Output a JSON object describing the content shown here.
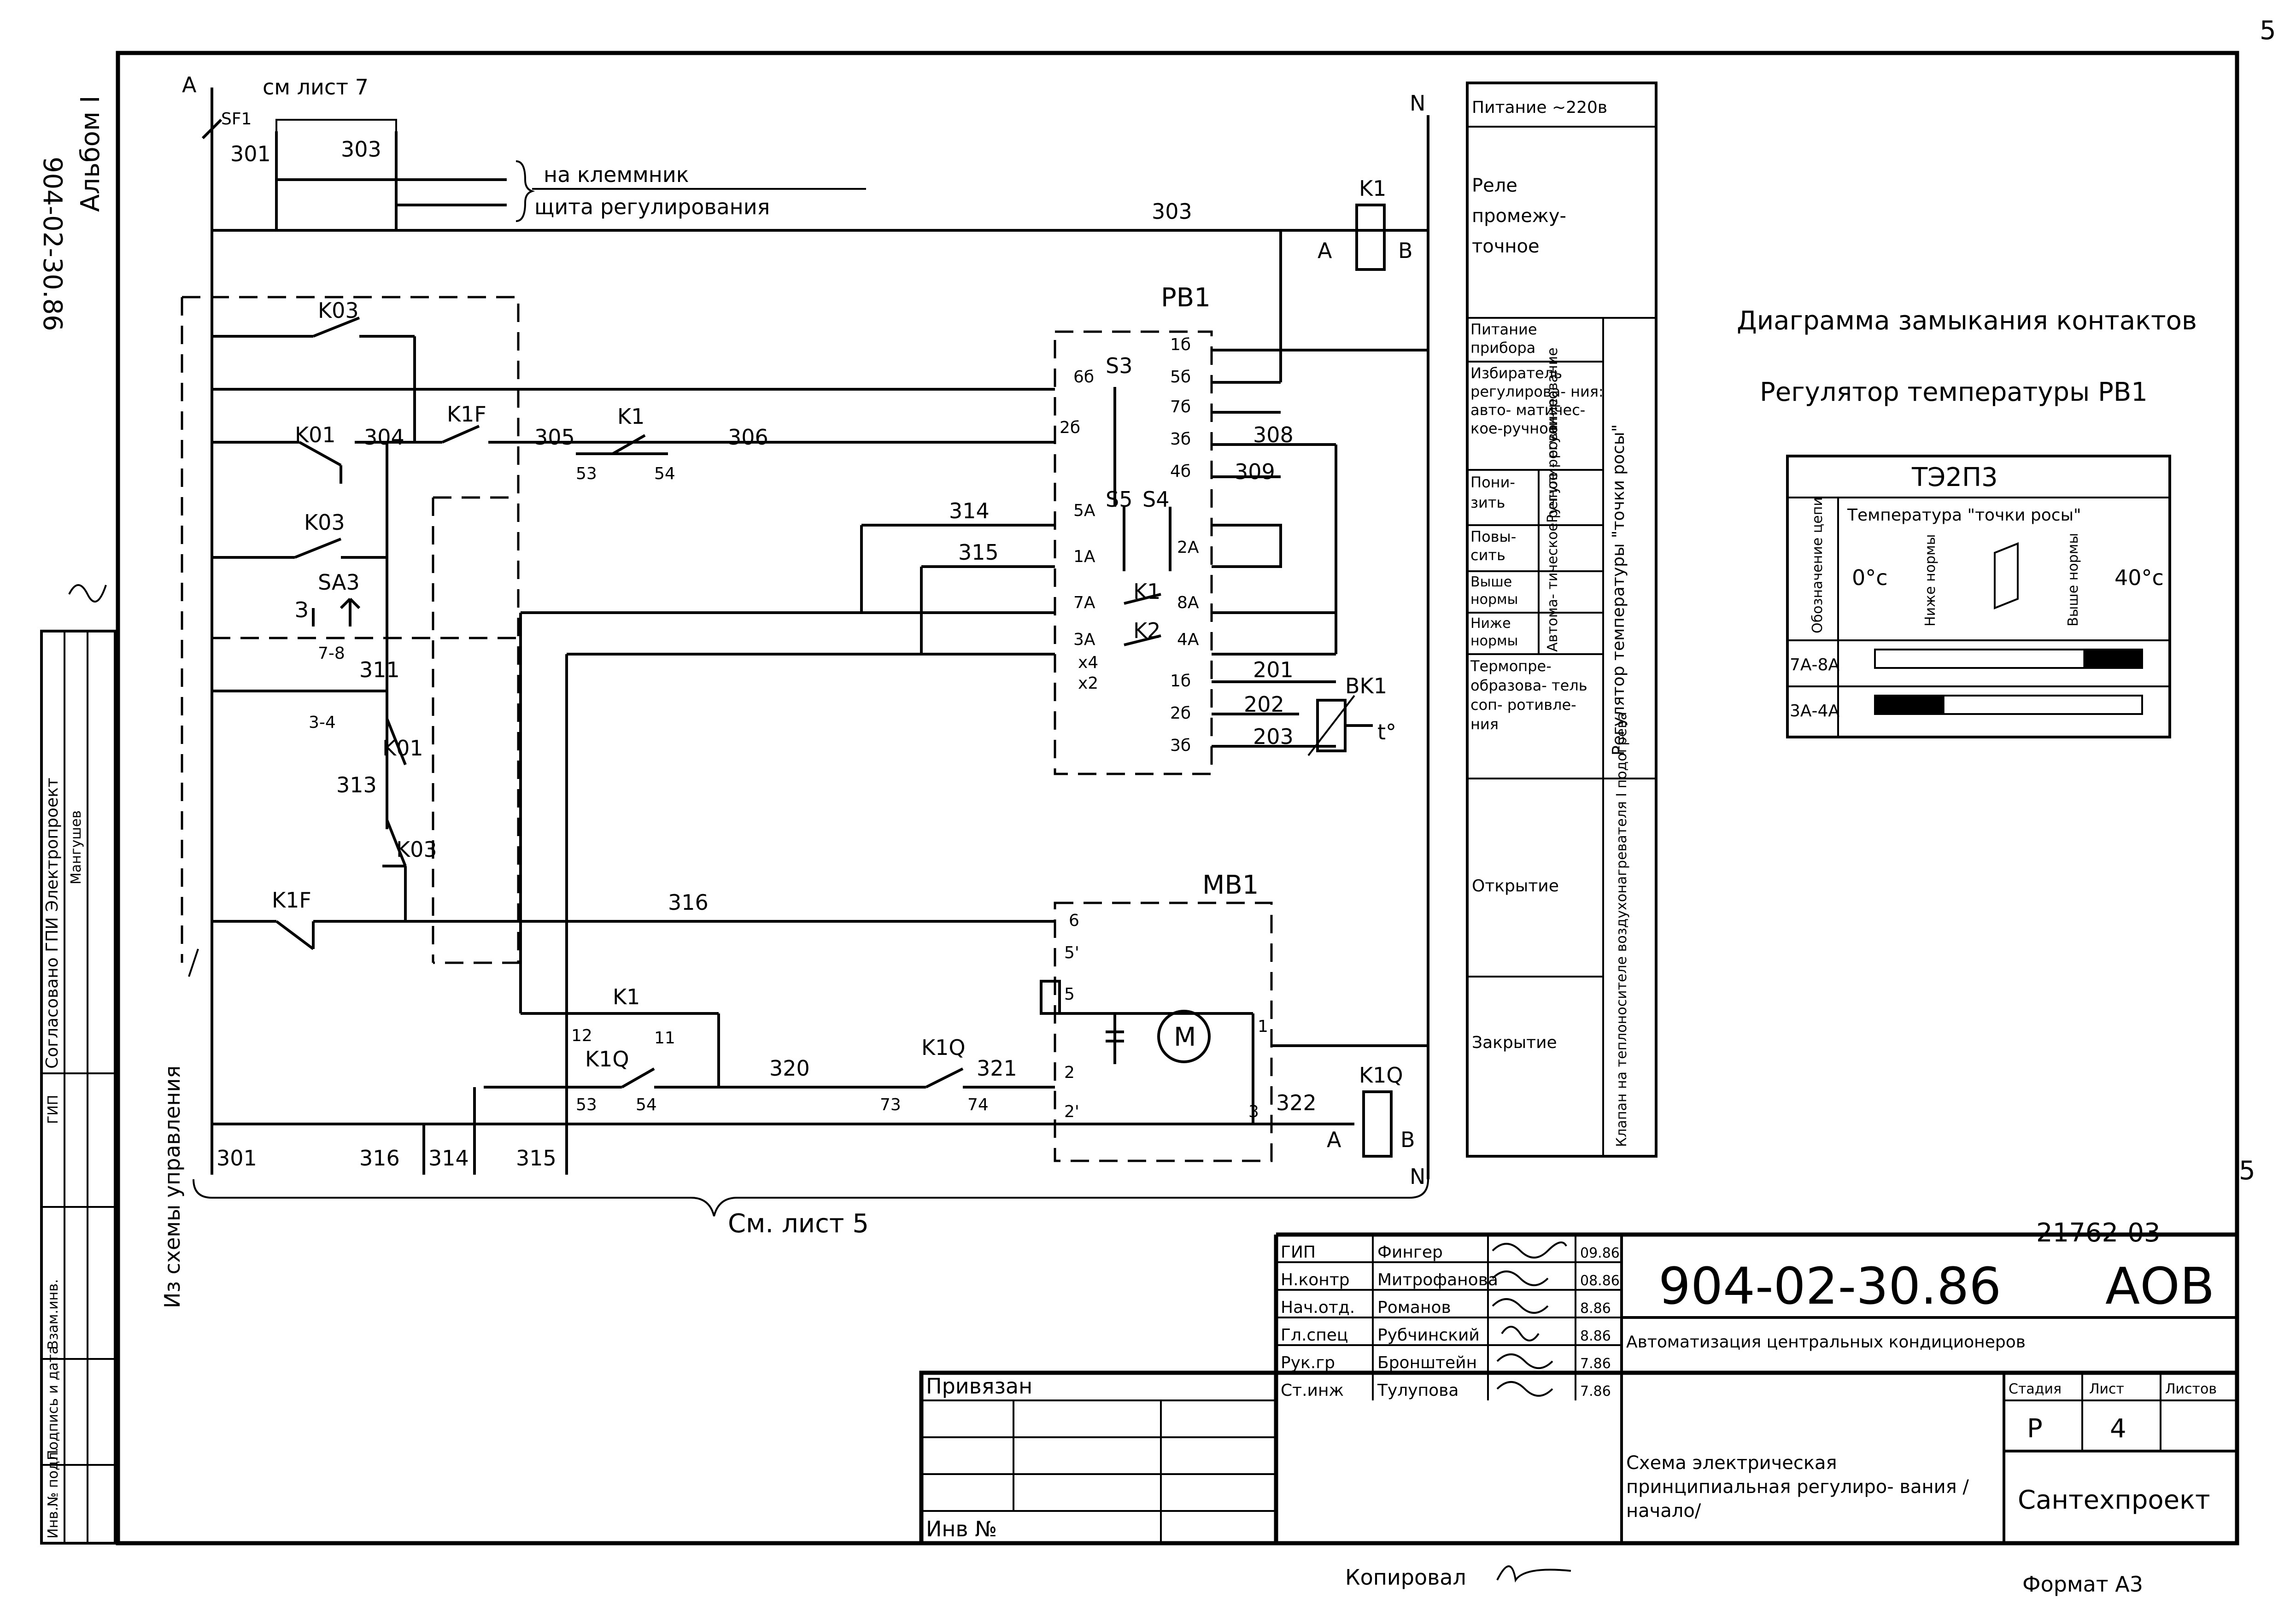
{
  "sheet_mark": "5",
  "doc_code_vertical": "904-02-30.86",
  "album": "Альбом I",
  "power": {
    "phase": "A",
    "breaker": "SF1",
    "see_sheet": "см лист 7",
    "neutral": "N"
  },
  "terminal_note": [
    "на клеммник",
    "щита регулирования"
  ],
  "wires": {
    "w301": "301",
    "w303": "303",
    "w303b": "303",
    "w304": "304",
    "w305": "305",
    "w306": "306",
    "w308": "308",
    "w309": "309",
    "w311": "311",
    "w313": "313",
    "w314": "314",
    "w315": "315",
    "w316": "316",
    "w320": "320",
    "w321": "321",
    "w322": "322",
    "w201": "201",
    "w202": "202",
    "w203": "203"
  },
  "contacts": {
    "k03a": "K03",
    "k01a": "K01",
    "k1f_top": "K1F",
    "k1_top": "K1",
    "k03b": "K03",
    "sa3": "SA3",
    "sa3_z": "З",
    "sa3_pos": "7-8",
    "sa3_pos2": "3-4",
    "k01b": "K01",
    "k03c": "K03",
    "k1f": "K1F",
    "k1": "K1",
    "k1q": "K1Q",
    "k1q_b": "K1Q"
  },
  "pins": {
    "p53a": "53",
    "p54a": "54",
    "p53b": "53",
    "p54b": "54",
    "p73": "73",
    "p74": "74",
    "p12": "12",
    "p11": "11",
    "pA": "A",
    "pB": "B",
    "pA2": "A",
    "pB2": "B"
  },
  "relay_k1": {
    "name": "K1"
  },
  "relay_k1q": {
    "name": "K1Q"
  },
  "regulator": {
    "name": "PB1",
    "terminals": [
      "1б",
      "5б",
      "7б",
      "3б",
      "4б",
      "2А",
      "8А",
      "4А",
      "1б",
      "2б",
      "3б"
    ],
    "inner": [
      "6б",
      "2б",
      "5А",
      "1А",
      "7А",
      "3А",
      "x4",
      "x2"
    ],
    "switches": [
      "S3",
      "S5",
      "S4",
      "K1",
      "K2"
    ],
    "sensor": "BK1",
    "sensor_t": "t°"
  },
  "actuator": {
    "name": "MB1",
    "terminals": [
      "6",
      "5'",
      "5",
      "1",
      "2",
      "2'",
      "3"
    ],
    "motor": "M"
  },
  "bottom_buses": [
    "301",
    "316",
    "314",
    "315"
  ],
  "bottom_left_note": "Из схемы управления",
  "see_sheet5": "См. лист 5",
  "right_table": {
    "rows": [
      "Питание ~220в",
      "Реле промежу- точное",
      "Питание прибора",
      "Избиратель регулирова- ния: авто- матичес- кое-ручное",
      "Пони- зить",
      "Повы- сить",
      "Выше нормы",
      "Ниже нормы",
      "Термопре- образова- тель соп- ротивле- ния",
      "Открытие",
      "Закрытие"
    ],
    "sub_manual": "Ручное регули- рование",
    "sub_auto": "Автома- тическое регули- рование",
    "group1": "Регулятор температуры \"точки росы\"",
    "group2": "Клапан на теплоносителе воздухонагревателя I подогрева"
  },
  "contact_diagram": {
    "title": "Диаграмма замыкания контактов",
    "subtitle": "Регулятор температуры PB1",
    "device": "ТЭ2П3",
    "col_header": "Обозначение цепи",
    "temp_header": "Температура \"точки росы\"",
    "t_min": "0°c",
    "t_max": "40°c",
    "below": "Ниже нормы",
    "above": "Выше нормы",
    "rows": [
      {
        "label": "7А-8А",
        "closed_from": 0.78,
        "closed_to": 1.0
      },
      {
        "label": "3А-4А",
        "closed_from": 0.0,
        "closed_to": 0.26
      }
    ]
  },
  "stamp": {
    "side_header": "Согласовано ГПИ Электропроект",
    "side_name": "Мангушев",
    "side_cols": [
      "ГИП",
      "Взам.инв.",
      "Подпись и дата",
      "Инв.№ подл."
    ],
    "people": [
      {
        "role": "ГИП",
        "name": "Фингер",
        "date": "09.86"
      },
      {
        "role": "Н.контр",
        "name": "Митрофанова",
        "date": "08.86"
      },
      {
        "role": "Нач.отд.",
        "name": "Романов",
        "date": "8.86"
      },
      {
        "role": "Гл.спец",
        "name": "Рубчинский",
        "date": "8.86"
      },
      {
        "role": "Рук.гр",
        "name": "Бронштейн",
        "date": "7.86"
      },
      {
        "role": "Ст.инж",
        "name": "Тулупова",
        "date": "7.86"
      }
    ],
    "code": "904-02-30.86",
    "set": "АОВ",
    "project": "Автоматизация центральных кондиционеров",
    "stage_h": "Стадия",
    "sheet_h": "Лист",
    "sheets_h": "Листов",
    "stage": "Р",
    "sheet": "4",
    "drawing": "Схема электрическая принципиальная регулиро- вания /начало/",
    "org": "Сантехпроект",
    "linked": "Привязан",
    "inv": "Инв №",
    "archive": "21762-03",
    "right_5": "5",
    "copied": "Копировал",
    "format": "Формат А3"
  }
}
